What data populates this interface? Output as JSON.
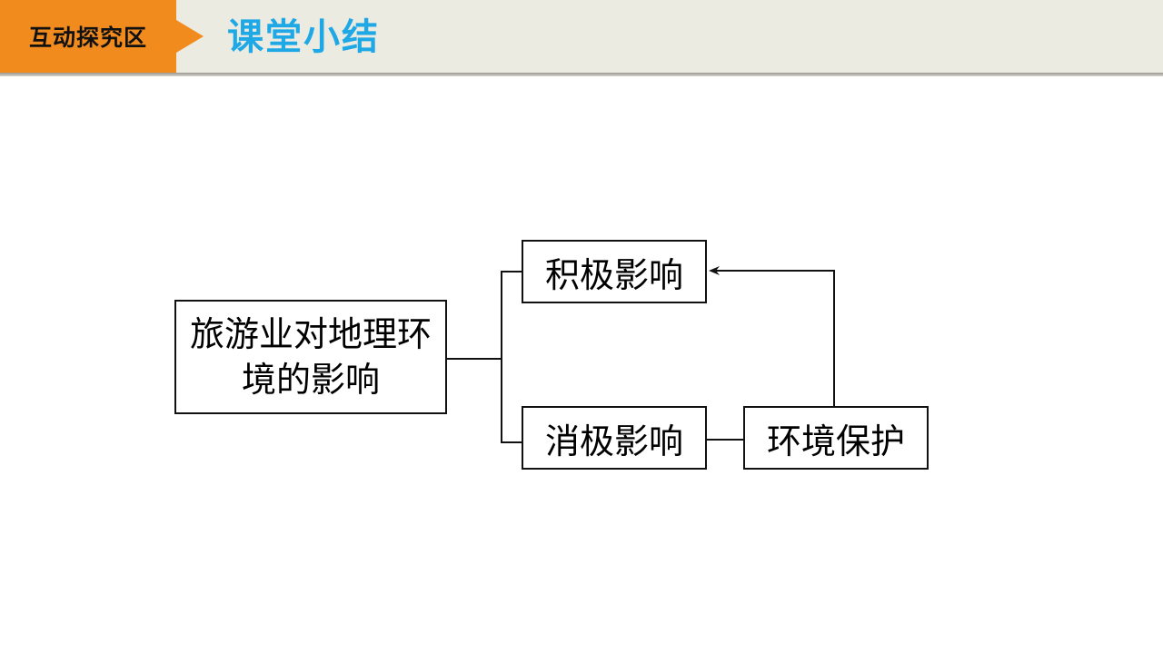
{
  "header": {
    "section_tag": "互动探究区",
    "title": "课堂小结"
  },
  "colors": {
    "accent_orange": "#f28b1e",
    "title_blue": "#1ea9e6",
    "header_bg": "#ecebe1"
  },
  "diagram": {
    "nodes": {
      "main": "旅游业对地理环境的影响",
      "positive": "积极影响",
      "negative": "消极影响",
      "protection": "环境保护"
    },
    "edges": [
      {
        "from": "main",
        "to": "positive"
      },
      {
        "from": "main",
        "to": "negative"
      },
      {
        "from": "negative",
        "to": "protection"
      },
      {
        "from": "protection",
        "to": "positive",
        "arrow": true
      }
    ]
  }
}
